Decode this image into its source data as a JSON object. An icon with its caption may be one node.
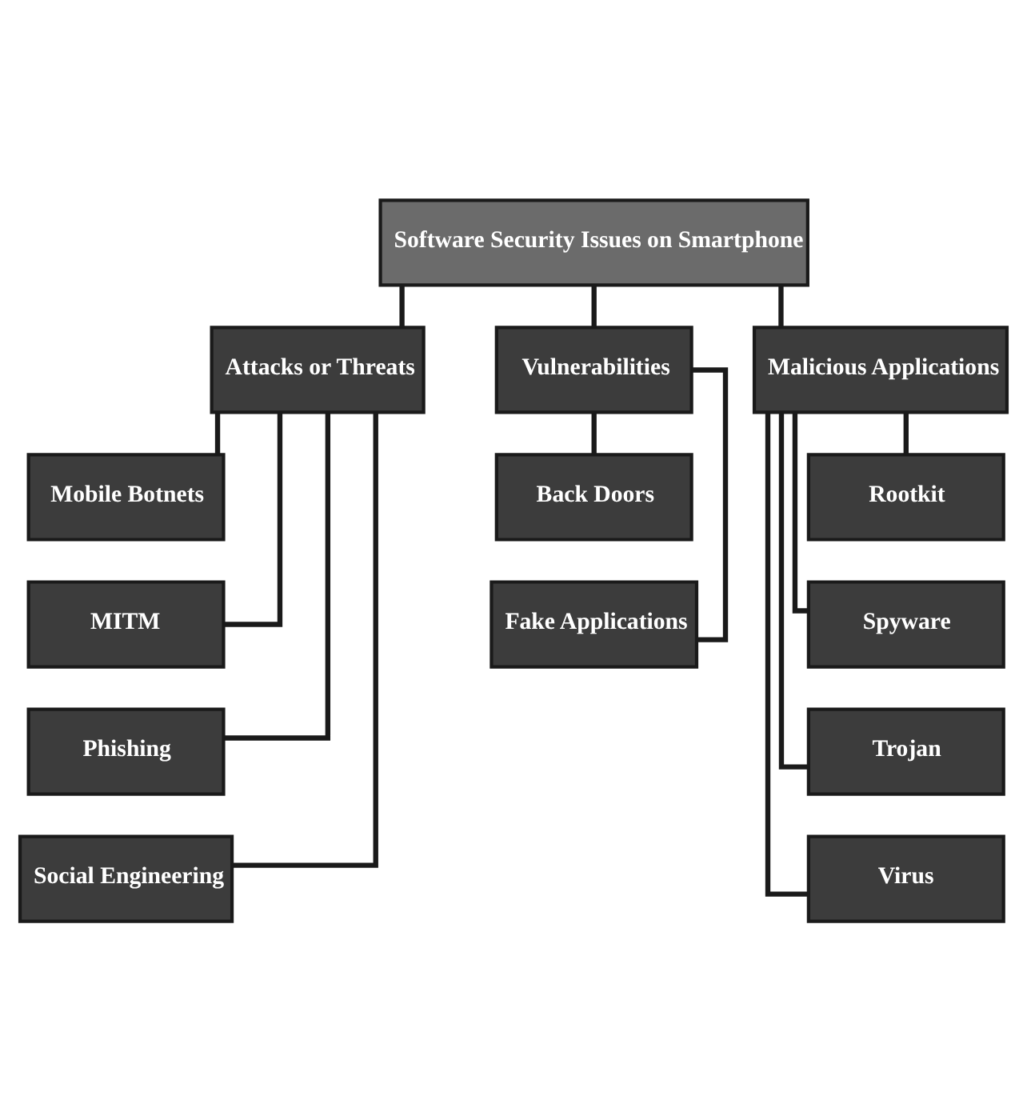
{
  "diagram": {
    "nodes": [
      {
        "text": [
          "Software Security Issues on Smartphone"
        ]
      },
      {
        "text": [
          "Attacks or Threats"
        ]
      },
      {
        "text": [
          "Vulnerabilities"
        ]
      },
      {
        "text": [
          "Malicious Applications"
        ]
      },
      {
        "text": [
          "Mobile Botnets"
        ]
      },
      {
        "text": [
          "MITM"
        ]
      },
      {
        "text": [
          "Phishing"
        ]
      },
      {
        "text": [
          "Social Engineering"
        ]
      },
      {
        "text": [
          "Back Doors"
        ]
      },
      {
        "text": [
          "Fake Applications"
        ]
      },
      {
        "text": [
          "Rootkit"
        ]
      },
      {
        "text": [
          "Spyware"
        ]
      },
      {
        "text": [
          "Trojan"
        ]
      },
      {
        "text": [
          "Virus"
        ]
      }
    ],
    "edges": [
      {
        "from": 0,
        "to": 1,
        "arrow": "none"
      },
      {
        "from": 0,
        "to": 2,
        "arrow": "none"
      },
      {
        "from": 0,
        "to": 3,
        "arrow": "none"
      },
      {
        "from": 1,
        "to": 4,
        "arrow": "none"
      },
      {
        "from": 1,
        "to": 5,
        "arrow": "none"
      },
      {
        "from": 1,
        "to": 6,
        "arrow": "none"
      },
      {
        "from": 1,
        "to": 7,
        "arrow": "none"
      },
      {
        "from": 2,
        "to": 8,
        "arrow": "none"
      },
      {
        "from": 2,
        "to": 9,
        "arrow": "none"
      },
      {
        "from": 3,
        "to": 10,
        "arrow": "none"
      },
      {
        "from": 3,
        "to": 11,
        "arrow": "none"
      },
      {
        "from": 3,
        "to": 12,
        "arrow": "none"
      },
      {
        "from": 3,
        "to": 13,
        "arrow": "none"
      }
    ]
  }
}
